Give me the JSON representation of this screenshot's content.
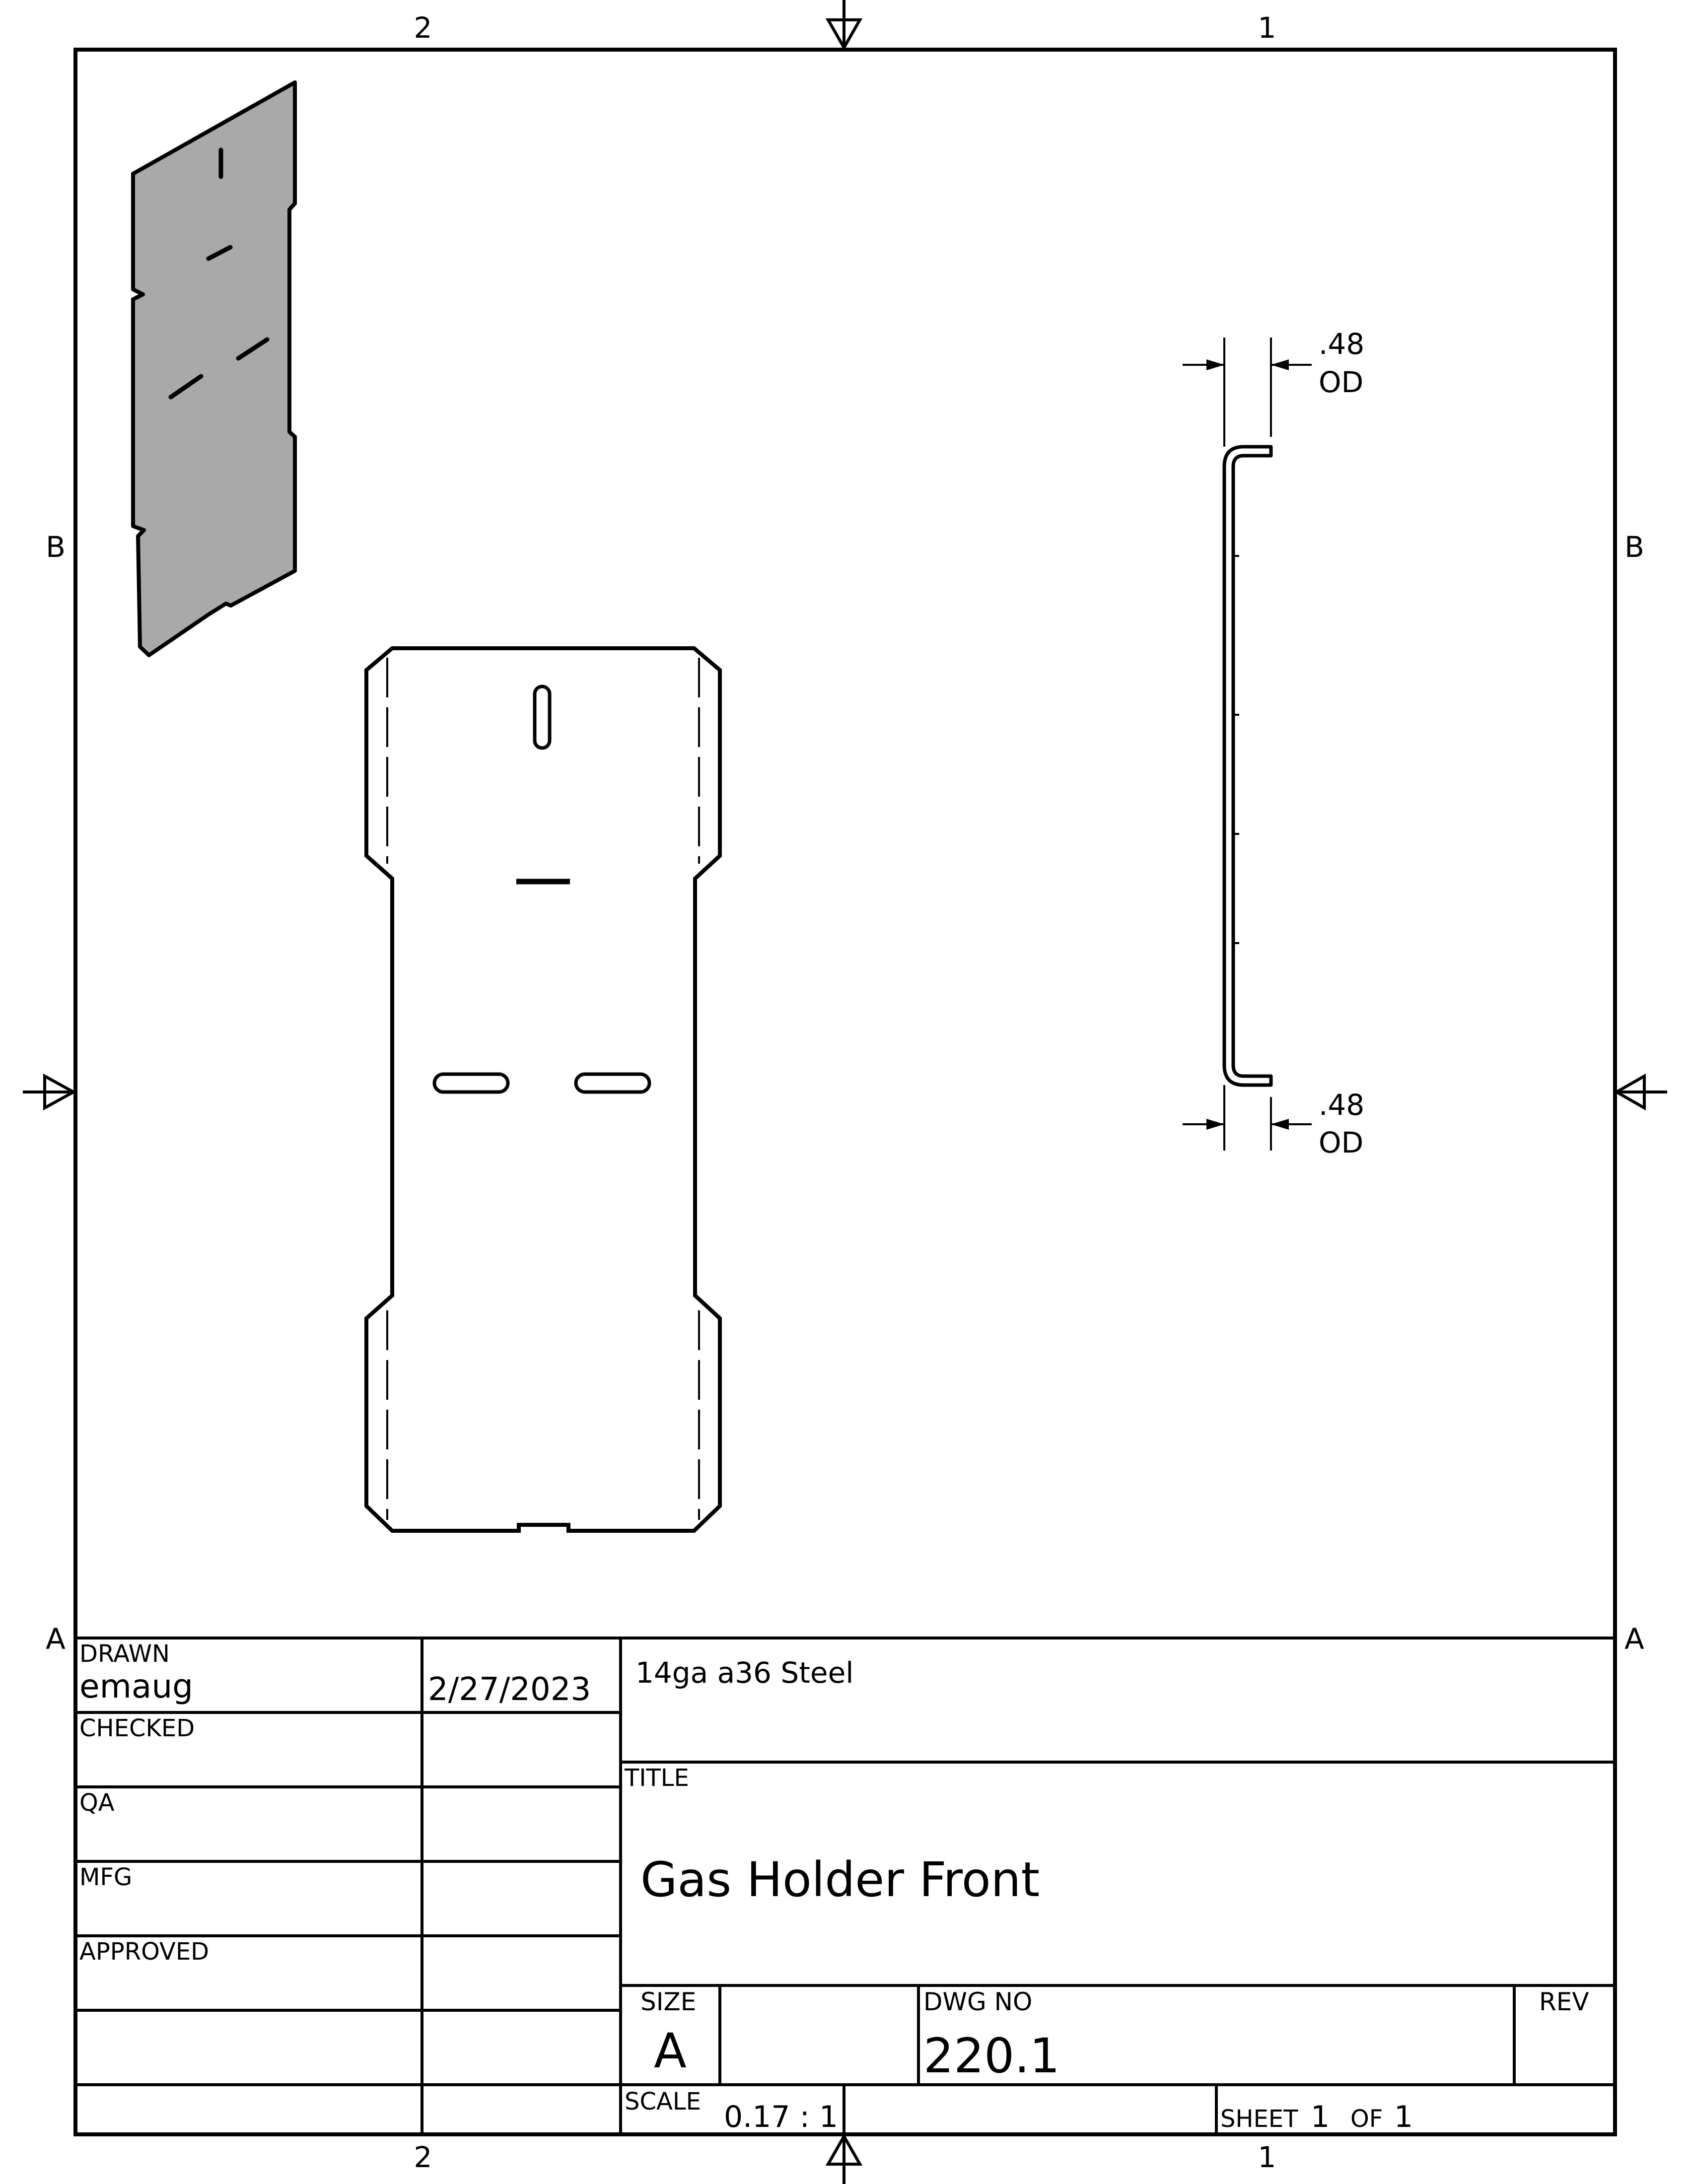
{
  "zones": {
    "top": [
      "2",
      "1"
    ],
    "bottom": [
      "2",
      "1"
    ],
    "left": [
      "B",
      "A"
    ],
    "right": [
      "B",
      "A"
    ]
  },
  "dimensions": {
    "top": {
      "value": ".48",
      "label": "OD"
    },
    "bottom": {
      "value": ".48",
      "label": "OD"
    }
  },
  "title_block": {
    "drawn_label": "DRAWN",
    "drawn_by": "emaug",
    "drawn_date": "2/27/2023",
    "checked_label": "CHECKED",
    "qa_label": "QA",
    "mfg_label": "MFG",
    "approved_label": "APPROVED",
    "material": "14ga a36 Steel",
    "title_label": "TITLE",
    "title": "Gas Holder Front",
    "size_label": "SIZE",
    "size": "A",
    "dwg_no_label": "DWG NO",
    "dwg_no": "220.1",
    "rev_label": "REV",
    "scale_label": "SCALE",
    "scale": "0.17 : 1",
    "sheet_label": "SHEET",
    "sheet": "1",
    "of_label": "OF",
    "of": "1"
  },
  "colors": {
    "line": "#000000",
    "iso_fill": "#a9a9a9",
    "background": "#ffffff"
  }
}
